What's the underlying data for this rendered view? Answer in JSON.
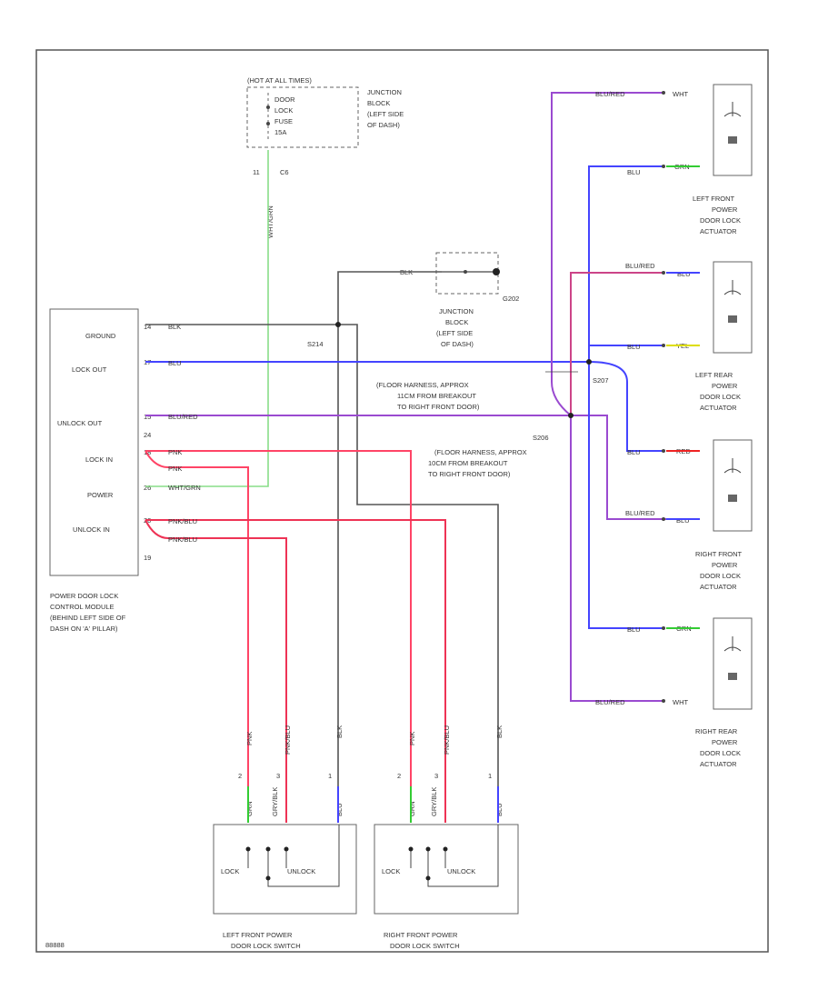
{
  "colors": {
    "blk": "#222222",
    "blu": "#3b3bff",
    "blu_red": "#8a3cc8",
    "pnk": "#ff3333",
    "pnk_blu": "#dd2244",
    "grn": "#33cc33",
    "whtgrn": "#88dd88",
    "yel": "#dddd00",
    "red": "#ee2222",
    "box": "#555555"
  },
  "fuse_block": {
    "header": "(HOT AT ALL TIMES)",
    "fuse_lines": [
      "DOOR",
      "LOCK",
      "FUSE",
      "15A"
    ],
    "desc_lines": [
      "JUNCTION",
      "BLOCK",
      "(LEFT SIDE",
      "OF DASH)"
    ],
    "pins": [
      "11",
      "C6"
    ],
    "wire": "WHT/GRN"
  },
  "ground_block": {
    "wire": "BLK",
    "g_label": "G202",
    "desc_lines": [
      "JUNCTION",
      "BLOCK",
      "(LEFT SIDE",
      "OF DASH)"
    ]
  },
  "module": {
    "pins": [
      {
        "label": "GROUND",
        "num": "14",
        "wire": "BLK"
      },
      {
        "label": "LOCK OUT",
        "num": "17",
        "wire": "BLU"
      },
      {
        "label": "UNLOCK OUT",
        "num": "15",
        "wire": "BLU/RED"
      },
      {
        "label": "",
        "num": "24",
        "wire": ""
      },
      {
        "label": "LOCK IN",
        "num": "18",
        "wire": "PNK"
      },
      {
        "label": "",
        "num": "",
        "wire": "PNK"
      },
      {
        "label": "POWER",
        "num": "26",
        "wire": "WHT/GRN"
      },
      {
        "label": "UNLOCK IN",
        "num": "20",
        "wire": "PNK/BLU"
      },
      {
        "label": "",
        "num": "",
        "wire": "PNK/BLU"
      },
      {
        "label": "",
        "num": "19",
        "wire": ""
      }
    ],
    "desc_lines": [
      "POWER DOOR LOCK",
      "CONTROL MODULE",
      "(BEHIND LEFT SIDE OF",
      "DASH ON 'A' PILLAR)"
    ]
  },
  "splices": {
    "s214": "S214",
    "s207": "S207",
    "s206": "S206",
    "s207_note": [
      "(FLOOR HARNESS, APPROX",
      "11CM FROM BREAKOUT",
      "TO RIGHT FRONT DOOR)"
    ],
    "s206_note": [
      "(FLOOR HARNESS, APPROX",
      "10CM FROM BREAKOUT",
      "TO RIGHT FRONT DOOR)"
    ]
  },
  "actuators": [
    {
      "name_lines": [
        "LEFT FRONT",
        "POWER",
        "DOOR LOCK",
        "ACTUATOR"
      ],
      "top_wire": "BLU/RED",
      "top_term": "WHT",
      "bottom_wire": "BLU",
      "bottom_term": "GRN"
    },
    {
      "name_lines": [
        "LEFT REAR",
        "POWER",
        "DOOR LOCK",
        "ACTUATOR"
      ],
      "top_wire": "BLU/RED",
      "top_term": "BLU",
      "bottom_wire": "BLU",
      "bottom_term": "YEL"
    },
    {
      "name_lines": [
        "RIGHT FRONT",
        "POWER",
        "DOOR LOCK",
        "ACTUATOR"
      ],
      "top_wire": "BLU",
      "top_term": "RED",
      "bottom_wire": "BLU/RED",
      "bottom_term": "BLU"
    },
    {
      "name_lines": [
        "RIGHT REAR",
        "POWER",
        "DOOR LOCK",
        "ACTUATOR"
      ],
      "top_wire": "BLU",
      "top_term": "GRN",
      "bottom_wire": "BLU/RED",
      "bottom_term": "WHT"
    }
  ],
  "switches": [
    {
      "name_lines": [
        "LEFT FRONT POWER",
        "DOOR LOCK SWITCH"
      ],
      "wires": [
        "PNK",
        "PNK/BLU",
        "BLK"
      ],
      "pins": [
        "2",
        "3",
        "1"
      ],
      "lower": [
        "GRN",
        "GRY/BLK",
        "BLU"
      ],
      "lock": "LOCK",
      "unlock": "UNLOCK"
    },
    {
      "name_lines": [
        "RIGHT FRONT POWER",
        "DOOR LOCK SWITCH"
      ],
      "wires": [
        "PNK",
        "PNK/BLU",
        "BLK"
      ],
      "pins": [
        "2",
        "3",
        "1"
      ],
      "lower": [
        "GRN",
        "GRY/BLK",
        "BLU"
      ],
      "lock": "LOCK",
      "unlock": "UNLOCK"
    }
  ],
  "footer_code": "88888"
}
